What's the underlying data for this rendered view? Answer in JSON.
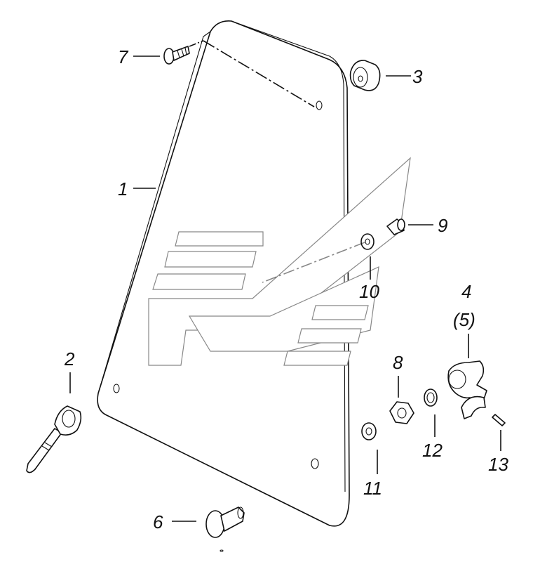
{
  "diagram": {
    "callouts": [
      {
        "id": "1",
        "text": "1"
      },
      {
        "id": "2",
        "text": "2"
      },
      {
        "id": "3",
        "text": "3"
      },
      {
        "id": "4",
        "text": "4"
      },
      {
        "id": "5",
        "text": "(5)"
      },
      {
        "id": "6",
        "text": "6"
      },
      {
        "id": "7",
        "text": "7"
      },
      {
        "id": "8",
        "text": "8"
      },
      {
        "id": "9",
        "text": "9"
      },
      {
        "id": "10",
        "text": "10"
      },
      {
        "id": "11",
        "text": "11"
      },
      {
        "id": "12",
        "text": "12"
      },
      {
        "id": "13",
        "text": "13"
      }
    ]
  }
}
